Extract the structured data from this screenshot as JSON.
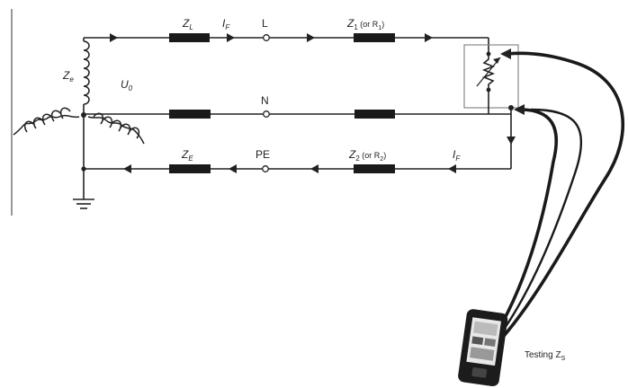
{
  "labels": {
    "z_l": "Z",
    "z_l_sub": "L",
    "i_f_top": "I",
    "i_f_top_sub": "F",
    "l": "L",
    "z1": "Z",
    "z1_sub": "1",
    "z1_note_pre": " (or R",
    "z1_note_sub": "1",
    "z1_note_post": ")",
    "ze": "Z",
    "ze_sub": "e",
    "u0": "U",
    "u0_sub": "0",
    "n": "N",
    "z_e": "Z",
    "z_e_sub": "E",
    "pe": "PE",
    "z2": "Z",
    "z2_sub": "2",
    "z2_note_pre": " (or R",
    "z2_note_sub": "2",
    "z2_note_post": ")",
    "i_f_bot": "I",
    "i_f_bot_sub": "F",
    "testing_pre": "Testing Z",
    "testing_sub": "S"
  }
}
